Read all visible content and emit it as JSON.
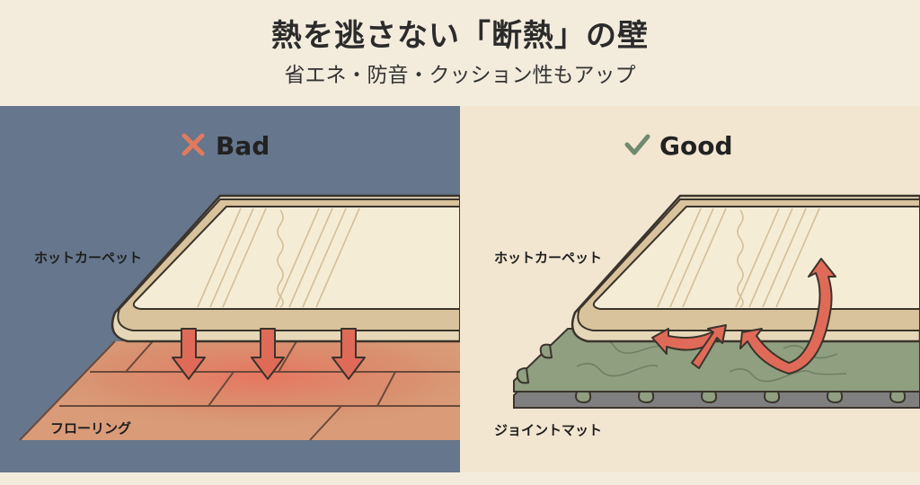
{
  "header": {
    "title": "熱を逃さない「断熱」の壁",
    "subtitle": "省エネ・防音・クッション性もアップ"
  },
  "bad_panel": {
    "heading": "Bad",
    "heading_icon": "x-mark-icon",
    "carpet_label": "ホットカーペット",
    "floor_label": "フローリング",
    "colors": {
      "background": "#66768c",
      "icon": "#e07a5f",
      "arrow": "#e06a58"
    }
  },
  "good_panel": {
    "heading": "Good",
    "heading_icon": "check-mark-icon",
    "carpet_label": "ホットカーペット",
    "mat_label": "ジョイントマット",
    "colors": {
      "background": "#f2e6d1",
      "icon": "#6f8a6e",
      "arrow": "#e06a58",
      "mat": "#8f9f80"
    }
  }
}
